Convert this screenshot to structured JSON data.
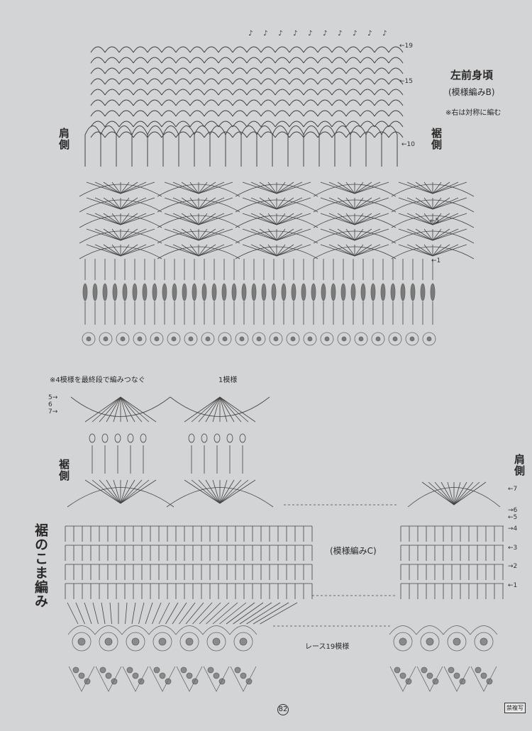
{
  "top_chart": {
    "title": "左前身頃",
    "subtitle": "(模様編みB)",
    "note": "※右は対称に編む",
    "left_label": "肩側",
    "right_label": "裾側",
    "row_labels": [
      "←19",
      "←15",
      "←10",
      "←5",
      "←1"
    ]
  },
  "bottom_chart": {
    "note": "※4模様を最終段で編みつなぐ",
    "repeat_label": "1模様",
    "left_rows": [
      "5→",
      "6",
      "7→"
    ],
    "hem_side_label": "裾側",
    "hem_edge_label": "裾のこま編み",
    "shoulder_label": "肩側",
    "pattern_label": "(模様編みC)",
    "lace_label": "レース19模様",
    "right_rows": [
      "←7",
      "→6",
      "←5",
      "→4",
      "←3",
      "→2",
      "←1"
    ]
  },
  "footer": {
    "page_number": "82",
    "stamp": "禁複写"
  }
}
